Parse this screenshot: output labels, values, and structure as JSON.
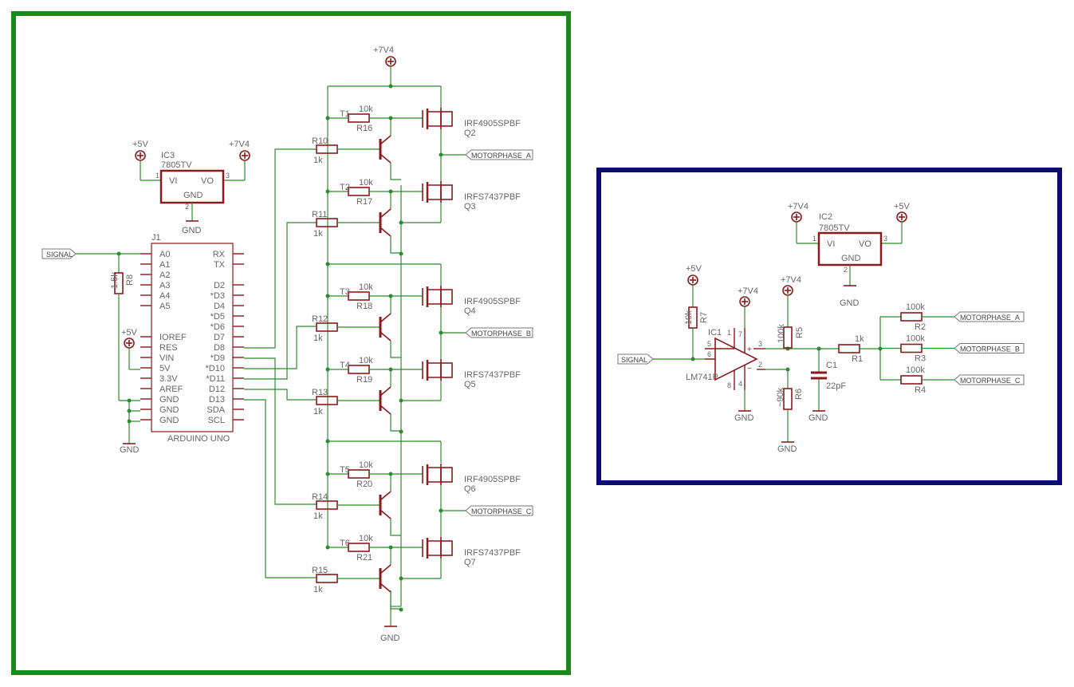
{
  "frames": {
    "left": {
      "border_color": "#1a8a1a"
    },
    "right": {
      "border_color": "#0b0b7a"
    }
  },
  "colors": {
    "part": "#8b1a1a",
    "wire": "#2e8b2e",
    "text": "#666666"
  },
  "supplies": {
    "v74": "+7V4",
    "v5": "+5V",
    "gnd": "GND"
  },
  "ic3": {
    "name": "IC3",
    "value": "7805TV",
    "vi": "VI",
    "vo": "VO",
    "gnd": "GND",
    "pin1": "1",
    "pin2": "2",
    "pin3": "3"
  },
  "ic2": {
    "name": "IC2",
    "value": "7805TV",
    "vi": "VI",
    "vo": "VO",
    "gnd": "GND",
    "pin1": "1",
    "pin2": "2",
    "pin3": "3"
  },
  "arduino": {
    "ref": "J1",
    "name": "ARDUINO UNO",
    "left_pins": [
      "A0",
      "A1",
      "A2",
      "A3",
      "A4",
      "A5",
      "",
      "",
      "IOREF",
      "RES",
      "VIN",
      "5V",
      "3.3V",
      "AREF",
      "GND",
      "GND",
      "GND"
    ],
    "right_pins": [
      "RX",
      "TX",
      "",
      "D2",
      "*D3",
      "D4",
      "*D5",
      "*D6",
      "D7",
      "D8",
      "*D9",
      "*D10",
      "*D11",
      "D12",
      "D13",
      "SDA",
      "SCL"
    ]
  },
  "signal_tag": "SIGNAL",
  "r8": {
    "ref": "R8",
    "value": "1.5k"
  },
  "bridge": {
    "phases": [
      {
        "tag": "MOTORPHASE_A",
        "t": "T1",
        "tb": "T2",
        "r_hi": "R16",
        "r_lo": "R17",
        "rv_hi": "10k",
        "rv_lo": "10k",
        "rb_hi": "R10",
        "rb_lo": "R11",
        "rbv_hi": "1k",
        "rbv_lo": "1k",
        "q_hi": "Q2",
        "q_lo": "Q3",
        "qv_hi": "IRF4905SPBF",
        "qv_lo": "IRFS7437PBF"
      },
      {
        "tag": "MOTORPHASE_B",
        "t": "T3",
        "tb": "T4",
        "r_hi": "R18",
        "r_lo": "R19",
        "rv_hi": "10k",
        "rv_lo": "10k",
        "rb_hi": "R12",
        "rb_lo": "R13",
        "rbv_hi": "1k",
        "rbv_lo": "1k",
        "q_hi": "Q4",
        "q_lo": "Q5",
        "qv_hi": "IRF4905SPBF",
        "qv_lo": "IRFS7437PBF"
      },
      {
        "tag": "MOTORPHASE_C",
        "t": "T5",
        "tb": "T6",
        "r_hi": "R20",
        "r_lo": "R21",
        "rv_hi": "10k",
        "rv_lo": "10k",
        "rb_hi": "R14",
        "rb_lo": "R15",
        "rbv_hi": "1k",
        "rbv_lo": "1k",
        "q_hi": "Q6",
        "q_lo": "Q7",
        "qv_hi": "IRF4905SPBF",
        "qv_lo": "IRFS7437PBF"
      }
    ]
  },
  "opamp": {
    "ref": "IC1",
    "value": "LM741P",
    "pin5": "5",
    "pin6": "6",
    "pin1": "1",
    "pin7": "7",
    "pin3": "3",
    "pin2": "2",
    "pin8": "8",
    "pin4": "4"
  },
  "r7": {
    "ref": "R7",
    "value": "10k"
  },
  "r5": {
    "ref": "R5",
    "value": "100k"
  },
  "r6": {
    "ref": "R6",
    "value": "~90k"
  },
  "c1": {
    "ref": "C1",
    "value": "22pF"
  },
  "r1": {
    "ref": "R1",
    "value": "1k"
  },
  "outputs": [
    {
      "ref": "R2",
      "value": "100k",
      "tag": "MOTORPHASE_A"
    },
    {
      "ref": "R3",
      "value": "100k",
      "tag": "MOTORPHASE_B"
    },
    {
      "ref": "R4",
      "value": "100k",
      "tag": "MOTORPHASE_C"
    }
  ]
}
